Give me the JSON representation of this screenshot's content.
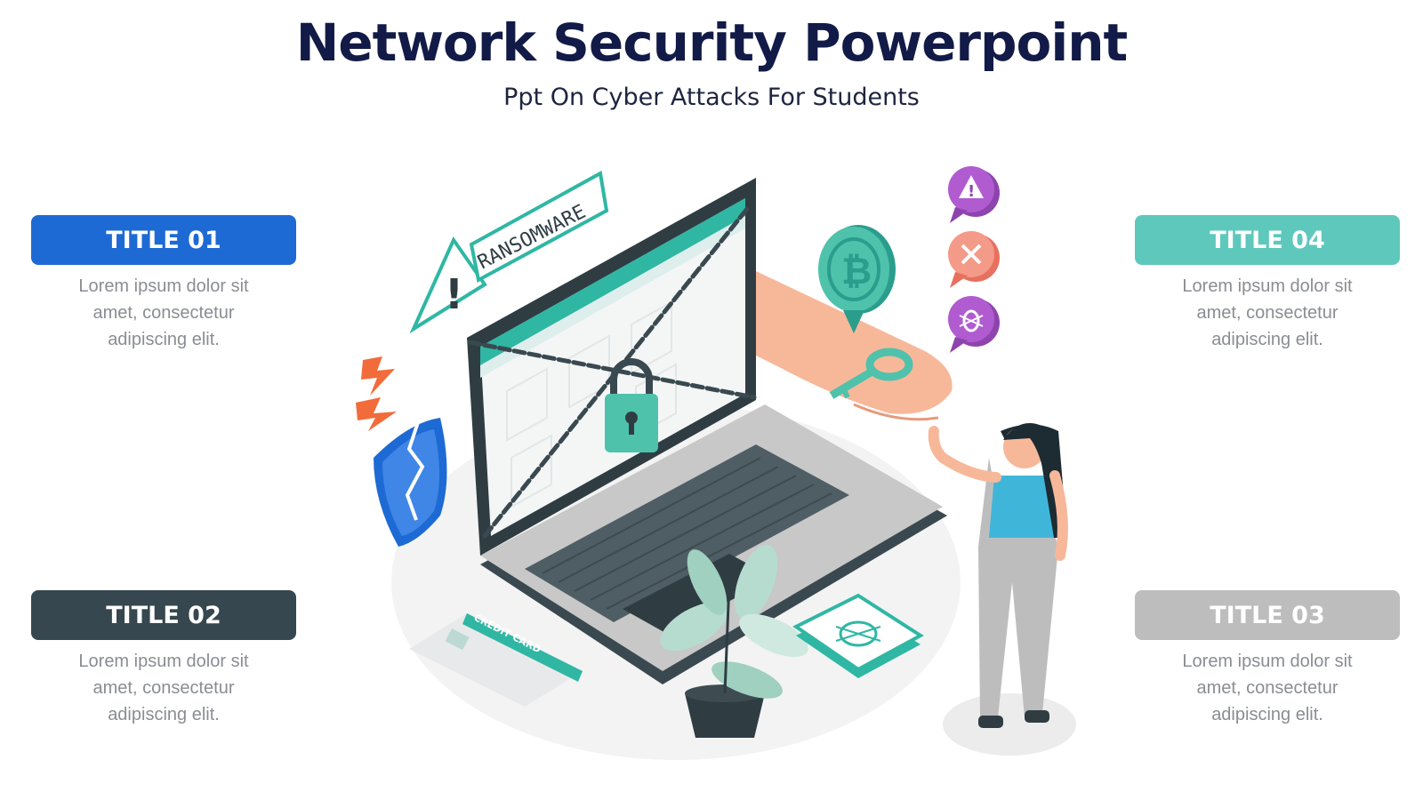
{
  "header": {
    "title": "Network Security Powerpoint",
    "subtitle": "Ppt On Cyber Attacks For Students"
  },
  "cards": [
    {
      "id": "01",
      "title": "TITLE 01",
      "text": "Lorem ipsum dolor sit amet, consectetur adipiscing elit.",
      "color": "#1e6ad4"
    },
    {
      "id": "02",
      "title": "TITLE 02",
      "text": "Lorem ipsum dolor sit amet, consectetur adipiscing elit.",
      "color": "#37474f"
    },
    {
      "id": "03",
      "title": "TITLE 03",
      "text": "Lorem ipsum dolor sit amet, consectetur adipiscing elit.",
      "color": "#bdbdbd"
    },
    {
      "id": "04",
      "title": "TITLE 04",
      "text": "Lorem ipsum dolor sit amet, consectetur adipiscing elit.",
      "color": "#5ec8bd"
    }
  ],
  "illustration": {
    "ransomware_label": "RANSOMWARE",
    "credit_card_label": "CREDIT CARD",
    "icons": [
      "warning-sign-icon",
      "padlock-icon",
      "chain-icon",
      "broken-shield-icon",
      "lightning-icon",
      "bitcoin-coin-icon",
      "key-icon",
      "alert-bubble-icon",
      "error-bubble-icon",
      "bug-bubble-icon",
      "bug-chip-icon",
      "plant-icon",
      "woman-figure"
    ],
    "accent_color": "#2fb7a4"
  }
}
